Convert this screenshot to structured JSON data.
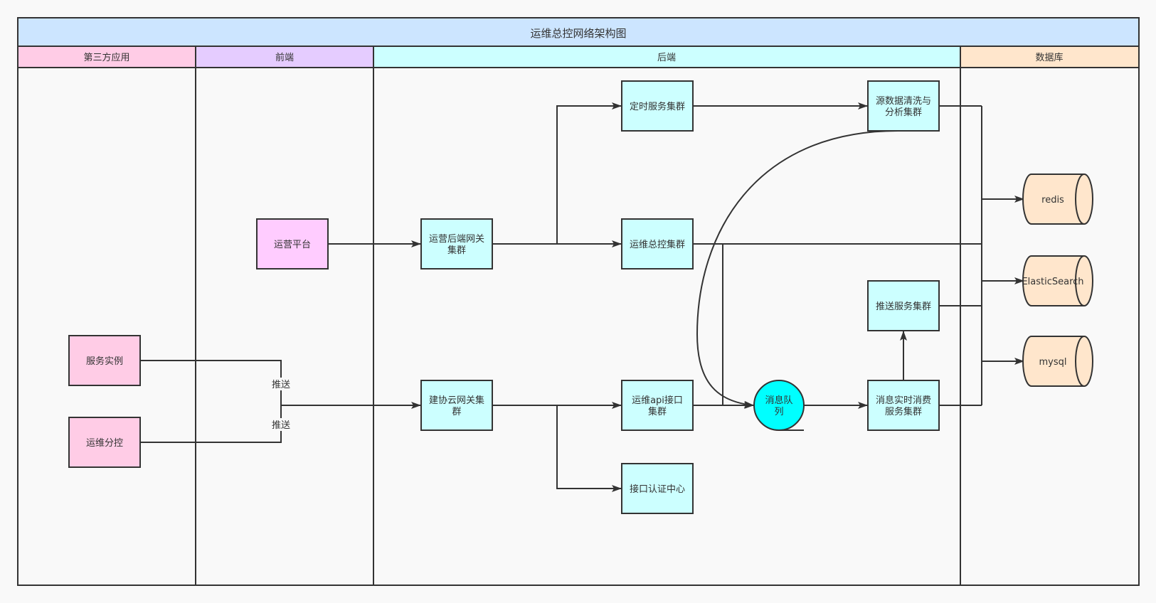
{
  "diagram": {
    "title": "运维总控网络架构图",
    "lanes": {
      "third_party": "第三方应用",
      "frontend": "前端",
      "backend": "后端",
      "database": "数据库"
    },
    "nodes": {
      "service_instance": "服务实例",
      "ops_sub_control": "运维分控",
      "ops_platform": "运营平台",
      "ops_backend_gateway_line1": "运营后端网关",
      "ops_backend_gateway_line2": "集群",
      "jianxie_cloud_gateway_line1": "建协云网关集",
      "jianxie_cloud_gateway_line2": "群",
      "scheduled_service": "定时服务集群",
      "ops_master_control": "运维总控集群",
      "ops_api_line1": "运维api接口",
      "ops_api_line2": "集群",
      "auth_center": "接口认证中心",
      "message_queue_line1": "消息队",
      "message_queue_line2": "列",
      "data_cleaning_line1": "源数据清洗与",
      "data_cleaning_line2": "分析集群",
      "push_service": "推送服务集群",
      "realtime_consumer_line1": "消息实时消费",
      "realtime_consumer_line2": "服务集群",
      "redis": "redis",
      "elasticsearch": "ElasticSearch",
      "mysql": "mysql"
    },
    "edge_labels": {
      "push_1": "推送",
      "push_2": "推送"
    },
    "colors": {
      "title_bg": "#cce5ff",
      "lane_third_party": "#ffcce6",
      "lane_frontend": "#e5ccff",
      "lane_backend": "#ccffff",
      "lane_database": "#ffe6cc",
      "third_party_node": "#ffcce6",
      "frontend_node": "#ffccff",
      "backend_node": "#ccffff",
      "queue_node": "#00ffff",
      "db_node": "#ffe6cc",
      "stroke": "#333333"
    }
  }
}
